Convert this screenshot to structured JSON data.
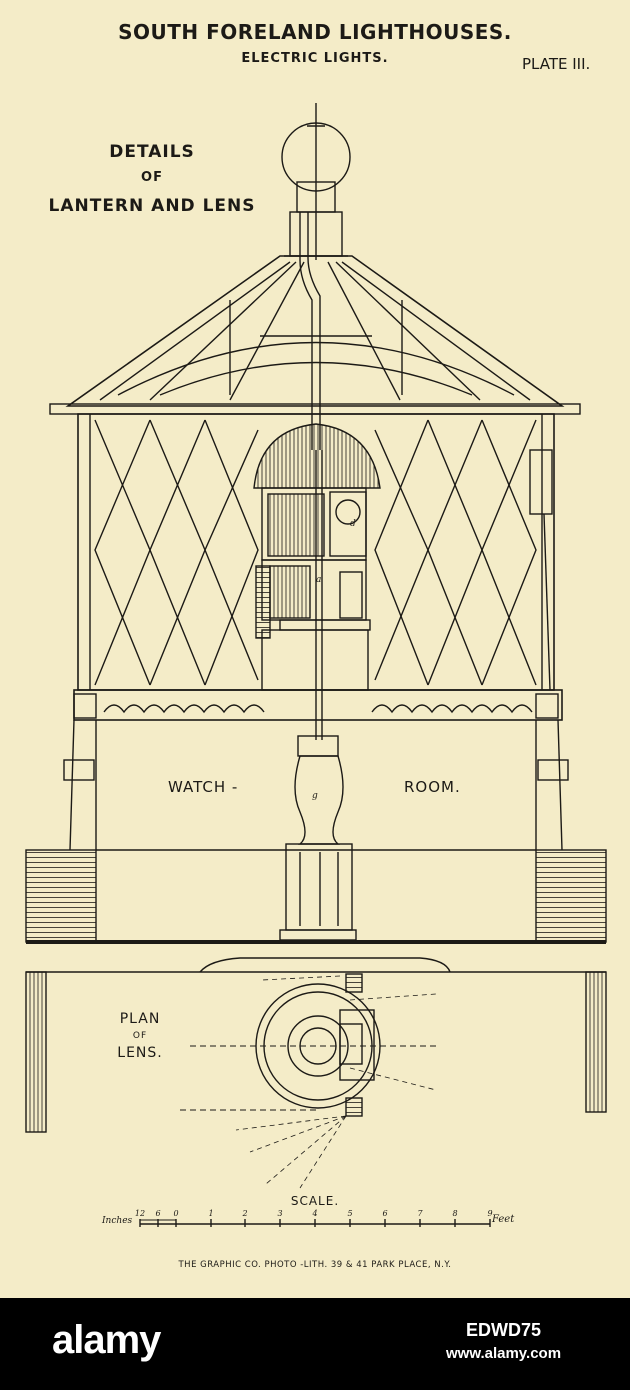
{
  "plate": {
    "title": "SOUTH FORELAND LIGHTHOUSES.",
    "subtitle": "ELECTRIC LIGHTS.",
    "plate_number": "PLATE III."
  },
  "details_label": {
    "line1": "DETAILS",
    "line2": "OF",
    "line3": "LANTERN AND LENS"
  },
  "room_labels": {
    "watch": "WATCH -",
    "room": "ROOM."
  },
  "plan_label": {
    "line1": "PLAN",
    "line2": "OF",
    "line3": "LENS."
  },
  "scale": {
    "title": "SCALE.",
    "inches_label": "Inches",
    "feet_label": "Feet",
    "inch_ticks": [
      "12",
      "6",
      "0"
    ],
    "feet_ticks": [
      "1",
      "2",
      "3",
      "4",
      "5",
      "6",
      "7",
      "8",
      "9"
    ]
  },
  "part_letters": {
    "a": "a",
    "d": "d",
    "g": "g"
  },
  "footer": "THE GRAPHIC CO. PHOTO -LITH. 39 & 41 PARK PLACE, N.Y.",
  "watermark": {
    "brand": "alamy",
    "image_id": "EDWD75",
    "url": "www.alamy.com"
  },
  "colors": {
    "paper": "#f4ecc8",
    "ink": "#1c1a16",
    "watermark_bar": "#000000"
  }
}
